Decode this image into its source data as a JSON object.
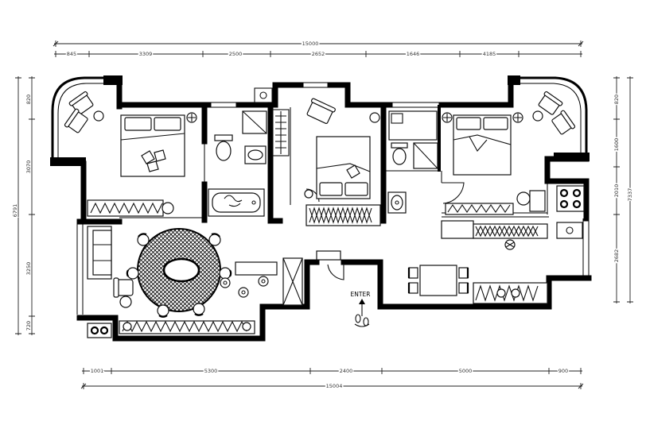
{
  "dimensions": {
    "top_overall": "15000",
    "top": [
      "845",
      "3309",
      "2500",
      "2652",
      "1646",
      "4185"
    ],
    "bottom": [
      "1001",
      "5300",
      "2400",
      "5000",
      "900"
    ],
    "bottom_overall": "15004",
    "left": [
      "820",
      "3070",
      "3250",
      "720"
    ],
    "left_overall": "6791",
    "right": [
      "820",
      "1600",
      "2010",
      "2682"
    ],
    "right_overall": "7337"
  },
  "labels": {
    "entrance": "ENTER"
  }
}
